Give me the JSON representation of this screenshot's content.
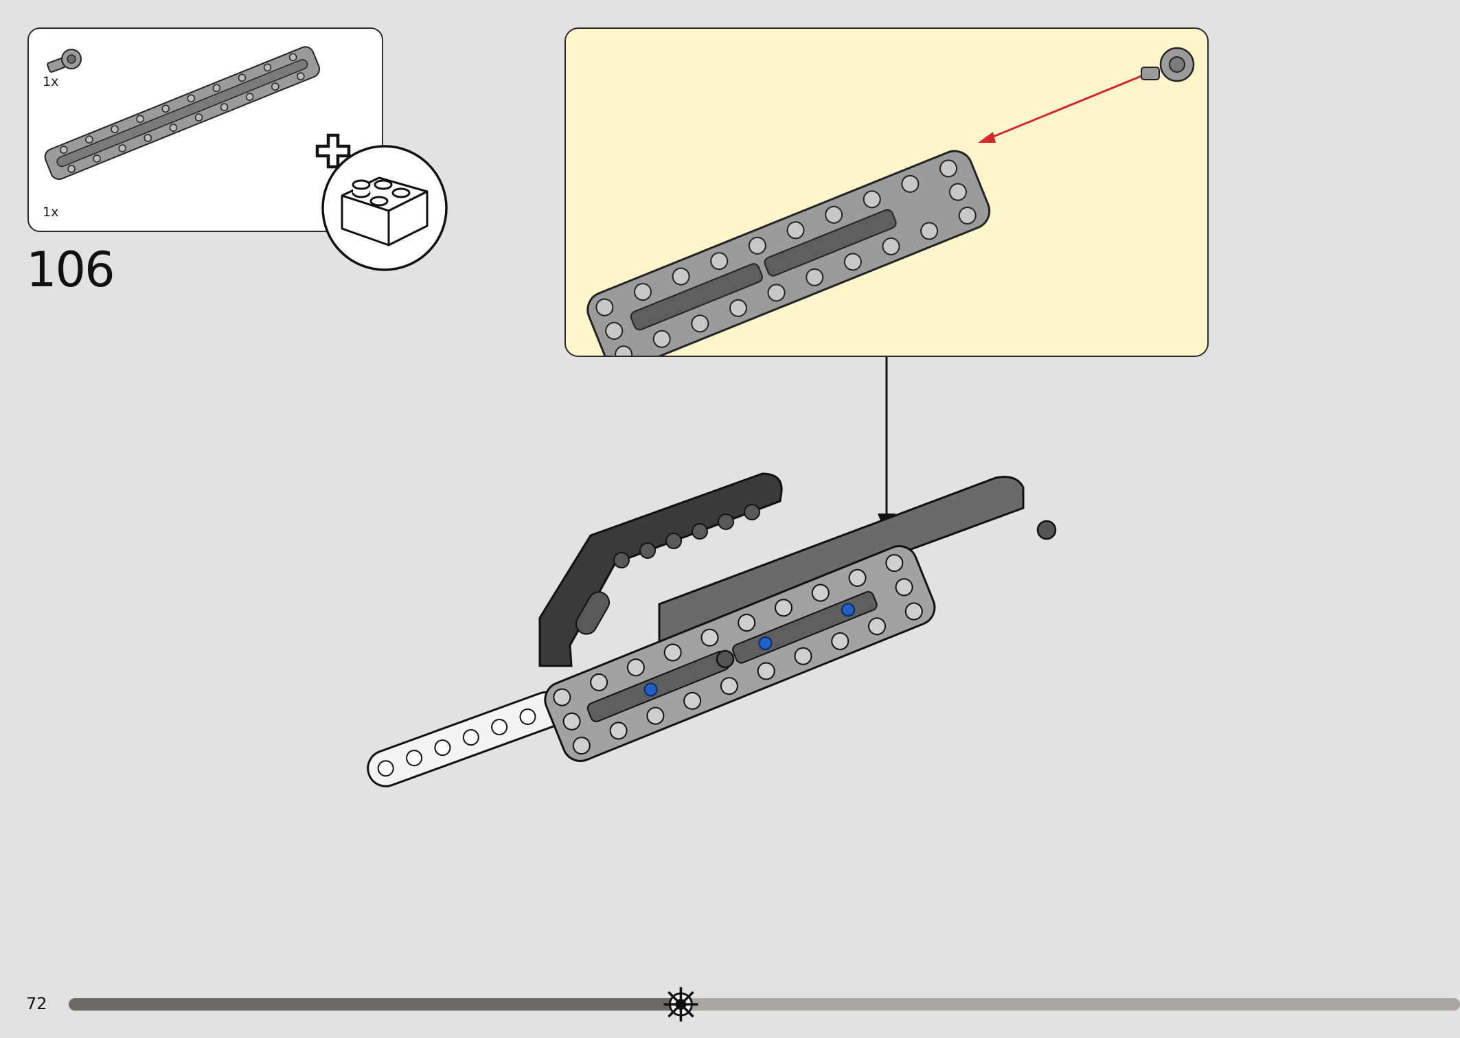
{
  "parts": [
    {
      "qty": "1x",
      "icon": "axle-pin-icon"
    },
    {
      "qty": "1x",
      "icon": "frame-beam-icon"
    }
  ],
  "step_number": "106",
  "page_number": "72",
  "colors": {
    "background": "#e2e2e2",
    "panel": "#fff6cc",
    "part_gray": "#9b9b9b",
    "beam_dark": "#3a3a3a",
    "pin_blue": "#1f5fc8",
    "arrow_red": "#d8262b",
    "progress_done": "#6b6a66",
    "progress_todo": "#a9a6a1"
  },
  "progress": {
    "completed_fraction": 0.44
  }
}
